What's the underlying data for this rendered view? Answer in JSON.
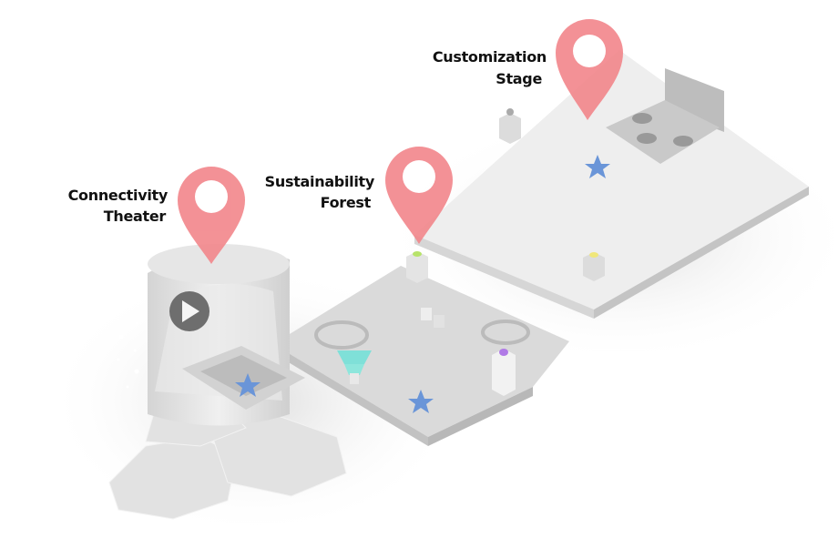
{
  "zones": [
    {
      "id": "customization",
      "label_line1": "Customization",
      "label_line2": "Stage"
    },
    {
      "id": "sustainability",
      "label_line1": "Sustainability",
      "label_line2": "Forest"
    },
    {
      "id": "connectivity",
      "label_line1": "Connectivity",
      "label_line2": "Theater"
    }
  ],
  "icons": {
    "pin": "map-pin-icon",
    "star": "star-icon",
    "play": "play-icon"
  },
  "colors": {
    "pin": "#f2868b",
    "platform": "#ececec",
    "star": "#6a95d8",
    "lamp_green": "#b7e36a",
    "lamp_yellow": "#f0e77a",
    "lamp_purple": "#b07ae6",
    "tree": "#7fe0d8"
  }
}
